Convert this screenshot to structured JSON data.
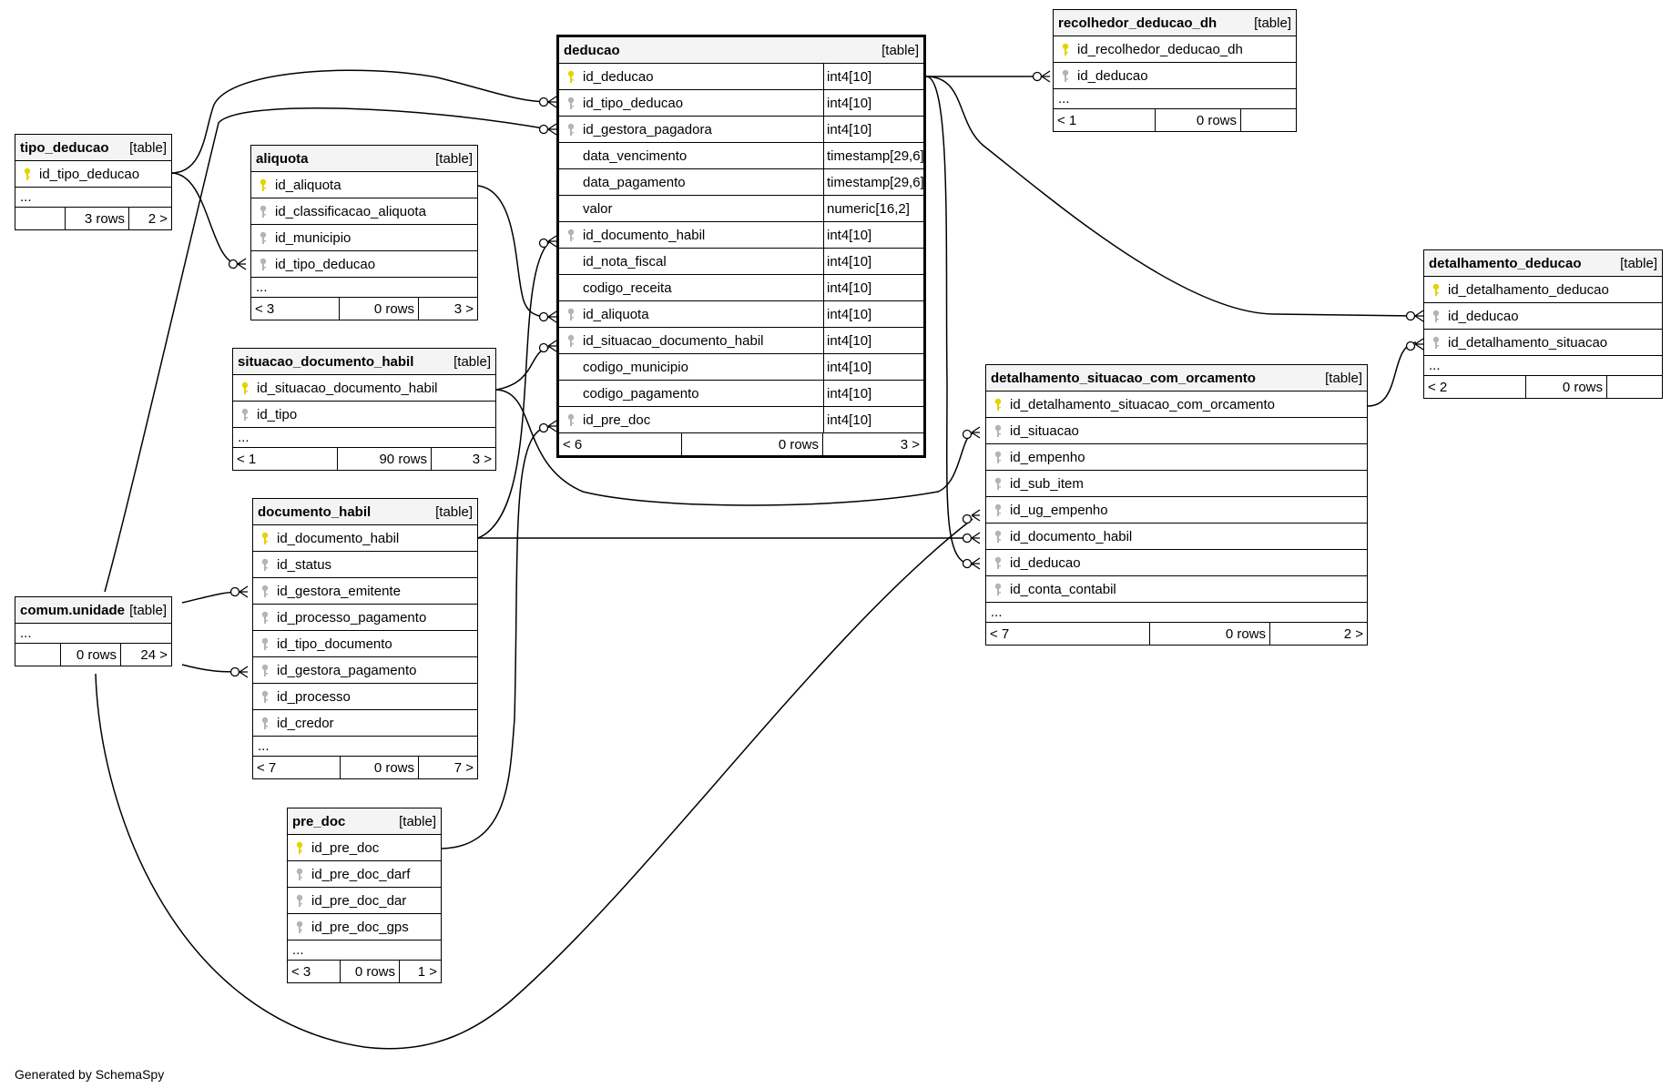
{
  "tables": {
    "tipo_deducao": {
      "name": "tipo_deducao",
      "label": "[table]",
      "columns": [
        {
          "name": "id_tipo_deducao",
          "key": "pk"
        }
      ],
      "ellipsis": "...",
      "footer": [
        "",
        "3 rows",
        "2 >"
      ]
    },
    "aliquota": {
      "name": "aliquota",
      "label": "[table]",
      "columns": [
        {
          "name": "id_aliquota",
          "key": "pk"
        },
        {
          "name": "id_classificacao_aliquota",
          "key": "fk"
        },
        {
          "name": "id_municipio",
          "key": "fk"
        },
        {
          "name": "id_tipo_deducao",
          "key": "fk"
        }
      ],
      "ellipsis": "...",
      "footer": [
        "< 3",
        "0 rows",
        "3 >"
      ]
    },
    "situacao_documento_habil": {
      "name": "situacao_documento_habil",
      "label": "[table]",
      "columns": [
        {
          "name": "id_situacao_documento_habil",
          "key": "pk"
        },
        {
          "name": "id_tipo",
          "key": "fk"
        }
      ],
      "ellipsis": "...",
      "footer": [
        "< 1",
        "90 rows",
        "3 >"
      ]
    },
    "documento_habil": {
      "name": "documento_habil",
      "label": "[table]",
      "columns": [
        {
          "name": "id_documento_habil",
          "key": "pk"
        },
        {
          "name": "id_status",
          "key": "fk"
        },
        {
          "name": "id_gestora_emitente",
          "key": "fk"
        },
        {
          "name": "id_processo_pagamento",
          "key": "fk"
        },
        {
          "name": "id_tipo_documento",
          "key": "fk"
        },
        {
          "name": "id_gestora_pagamento",
          "key": "fk"
        },
        {
          "name": "id_processo",
          "key": "fk"
        },
        {
          "name": "id_credor",
          "key": "fk"
        }
      ],
      "ellipsis": "...",
      "footer": [
        "< 7",
        "0 rows",
        "7 >"
      ]
    },
    "comum_unidade": {
      "name": "comum.unidade",
      "label": "[table]",
      "columns": [],
      "ellipsis": "...",
      "footer": [
        "",
        "0 rows",
        "24 >"
      ]
    },
    "pre_doc": {
      "name": "pre_doc",
      "label": "[table]",
      "columns": [
        {
          "name": "id_pre_doc",
          "key": "pk"
        },
        {
          "name": "id_pre_doc_darf",
          "key": "fk"
        },
        {
          "name": "id_pre_doc_dar",
          "key": "fk"
        },
        {
          "name": "id_pre_doc_gps",
          "key": "fk"
        }
      ],
      "ellipsis": "...",
      "footer": [
        "< 3",
        "0 rows",
        "1 >"
      ]
    },
    "deducao": {
      "name": "deducao",
      "label": "[table]",
      "columns": [
        {
          "name": "id_deducao",
          "key": "pk",
          "type": "int4[10]"
        },
        {
          "name": "id_tipo_deducao",
          "key": "fk",
          "type": "int4[10]"
        },
        {
          "name": "id_gestora_pagadora",
          "key": "fk",
          "type": "int4[10]"
        },
        {
          "name": "data_vencimento",
          "key": "",
          "type": "timestamp[29,6]"
        },
        {
          "name": "data_pagamento",
          "key": "",
          "type": "timestamp[29,6]"
        },
        {
          "name": "valor",
          "key": "",
          "type": "numeric[16,2]"
        },
        {
          "name": "id_documento_habil",
          "key": "fk",
          "type": "int4[10]"
        },
        {
          "name": "id_nota_fiscal",
          "key": "",
          "type": "int4[10]"
        },
        {
          "name": "codigo_receita",
          "key": "",
          "type": "int4[10]"
        },
        {
          "name": "id_aliquota",
          "key": "fk",
          "type": "int4[10]"
        },
        {
          "name": "id_situacao_documento_habil",
          "key": "fk",
          "type": "int4[10]"
        },
        {
          "name": "codigo_municipio",
          "key": "",
          "type": "int4[10]"
        },
        {
          "name": "codigo_pagamento",
          "key": "",
          "type": "int4[10]"
        },
        {
          "name": "id_pre_doc",
          "key": "fk",
          "type": "int4[10]"
        }
      ],
      "ellipsis": "",
      "footer": [
        "< 6",
        "0 rows",
        "3 >"
      ]
    },
    "recolhedor_deducao_dh": {
      "name": "recolhedor_deducao_dh",
      "label": "[table]",
      "columns": [
        {
          "name": "id_recolhedor_deducao_dh",
          "key": "pk"
        },
        {
          "name": "id_deducao",
          "key": "fk"
        }
      ],
      "ellipsis": "...",
      "footer": [
        "< 1",
        "0 rows",
        ""
      ]
    },
    "detalhamento_situacao_com_orcamento": {
      "name": "detalhamento_situacao_com_orcamento",
      "label": "[table]",
      "columns": [
        {
          "name": "id_detalhamento_situacao_com_orcamento",
          "key": "pk"
        },
        {
          "name": "id_situacao",
          "key": "fk"
        },
        {
          "name": "id_empenho",
          "key": "fk"
        },
        {
          "name": "id_sub_item",
          "key": "fk"
        },
        {
          "name": "id_ug_empenho",
          "key": "fk"
        },
        {
          "name": "id_documento_habil",
          "key": "fk"
        },
        {
          "name": "id_deducao",
          "key": "fk"
        },
        {
          "name": "id_conta_contabil",
          "key": "fk"
        }
      ],
      "ellipsis": "...",
      "footer": [
        "< 7",
        "0 rows",
        "2 >"
      ]
    },
    "detalhamento_deducao": {
      "name": "detalhamento_deducao",
      "label": "[table]",
      "columns": [
        {
          "name": "id_detalhamento_deducao",
          "key": "pk"
        },
        {
          "name": "id_deducao",
          "key": "fk"
        },
        {
          "name": "id_detalhamento_situacao",
          "key": "fk"
        }
      ],
      "ellipsis": "...",
      "footer": [
        "< 2",
        "0 rows",
        ""
      ]
    }
  },
  "colors": {
    "pk_key": "#e6d200",
    "fk_key": "#b4b4b4",
    "header_bg": "#f4f4f4"
  },
  "footer_text": "Generated by SchemaSpy"
}
